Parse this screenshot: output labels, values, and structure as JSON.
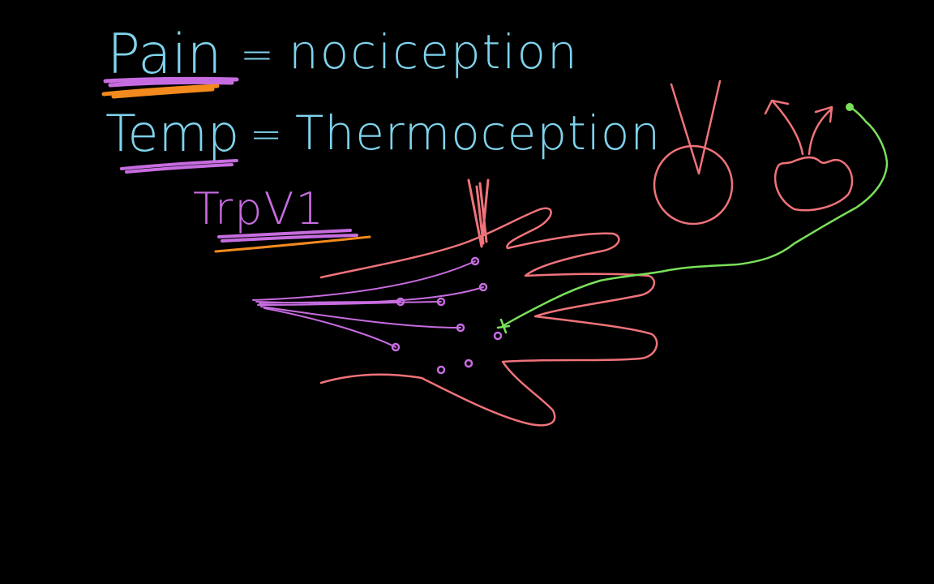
{
  "colors": {
    "background": "#000000",
    "cyan": "#7fd3ec",
    "purple": "#c76ce0",
    "orange": "#f28a1e",
    "coral": "#f0737a",
    "green": "#7ae05a"
  },
  "lines": {
    "pain_word": "Pain",
    "equals_1": "=",
    "nociception": "nociception",
    "temp_word": "Temp",
    "equals_2": "=",
    "thermoception": "Thermoception",
    "trpv1": "TrpV1"
  }
}
